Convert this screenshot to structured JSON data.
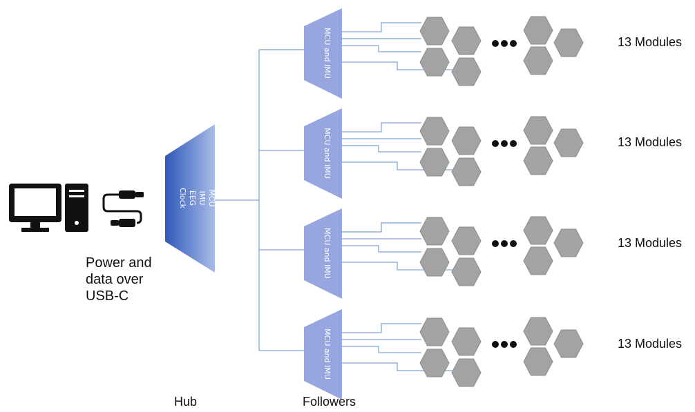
{
  "computer": {
    "caption": "Power and data over USB-C"
  },
  "hub": {
    "chip_lines": [
      "MCU",
      "IMU",
      "EEG",
      "Clock"
    ],
    "caption": "Hub"
  },
  "followers": {
    "caption": "Followers",
    "chip_label": "MCU and IMU",
    "groups": [
      {
        "chip_text": "MCU and IMU",
        "modules_label": "13 Modules"
      },
      {
        "chip_text": "MCU and IMU",
        "modules_label": "13 Modules"
      },
      {
        "chip_text": "MCU and IMU",
        "modules_label": "13 Modules"
      },
      {
        "chip_text": "MCU and IMU",
        "modules_label": "13 Modules"
      }
    ]
  },
  "colors": {
    "hub_dark": "#2f58b8",
    "hub_light": "#a9bce8",
    "follower_chip": "#97a6de",
    "connector_line": "#5f8cc8",
    "module_fill": "#a3a3a3",
    "module_stroke": "#8c8c8c",
    "computer": "#111111"
  },
  "icons": [
    "desktop-monitor-icon",
    "pc-tower-icon",
    "usb-c-cable-icon",
    "hexagon-module-icon",
    "ellipsis-icon"
  ]
}
